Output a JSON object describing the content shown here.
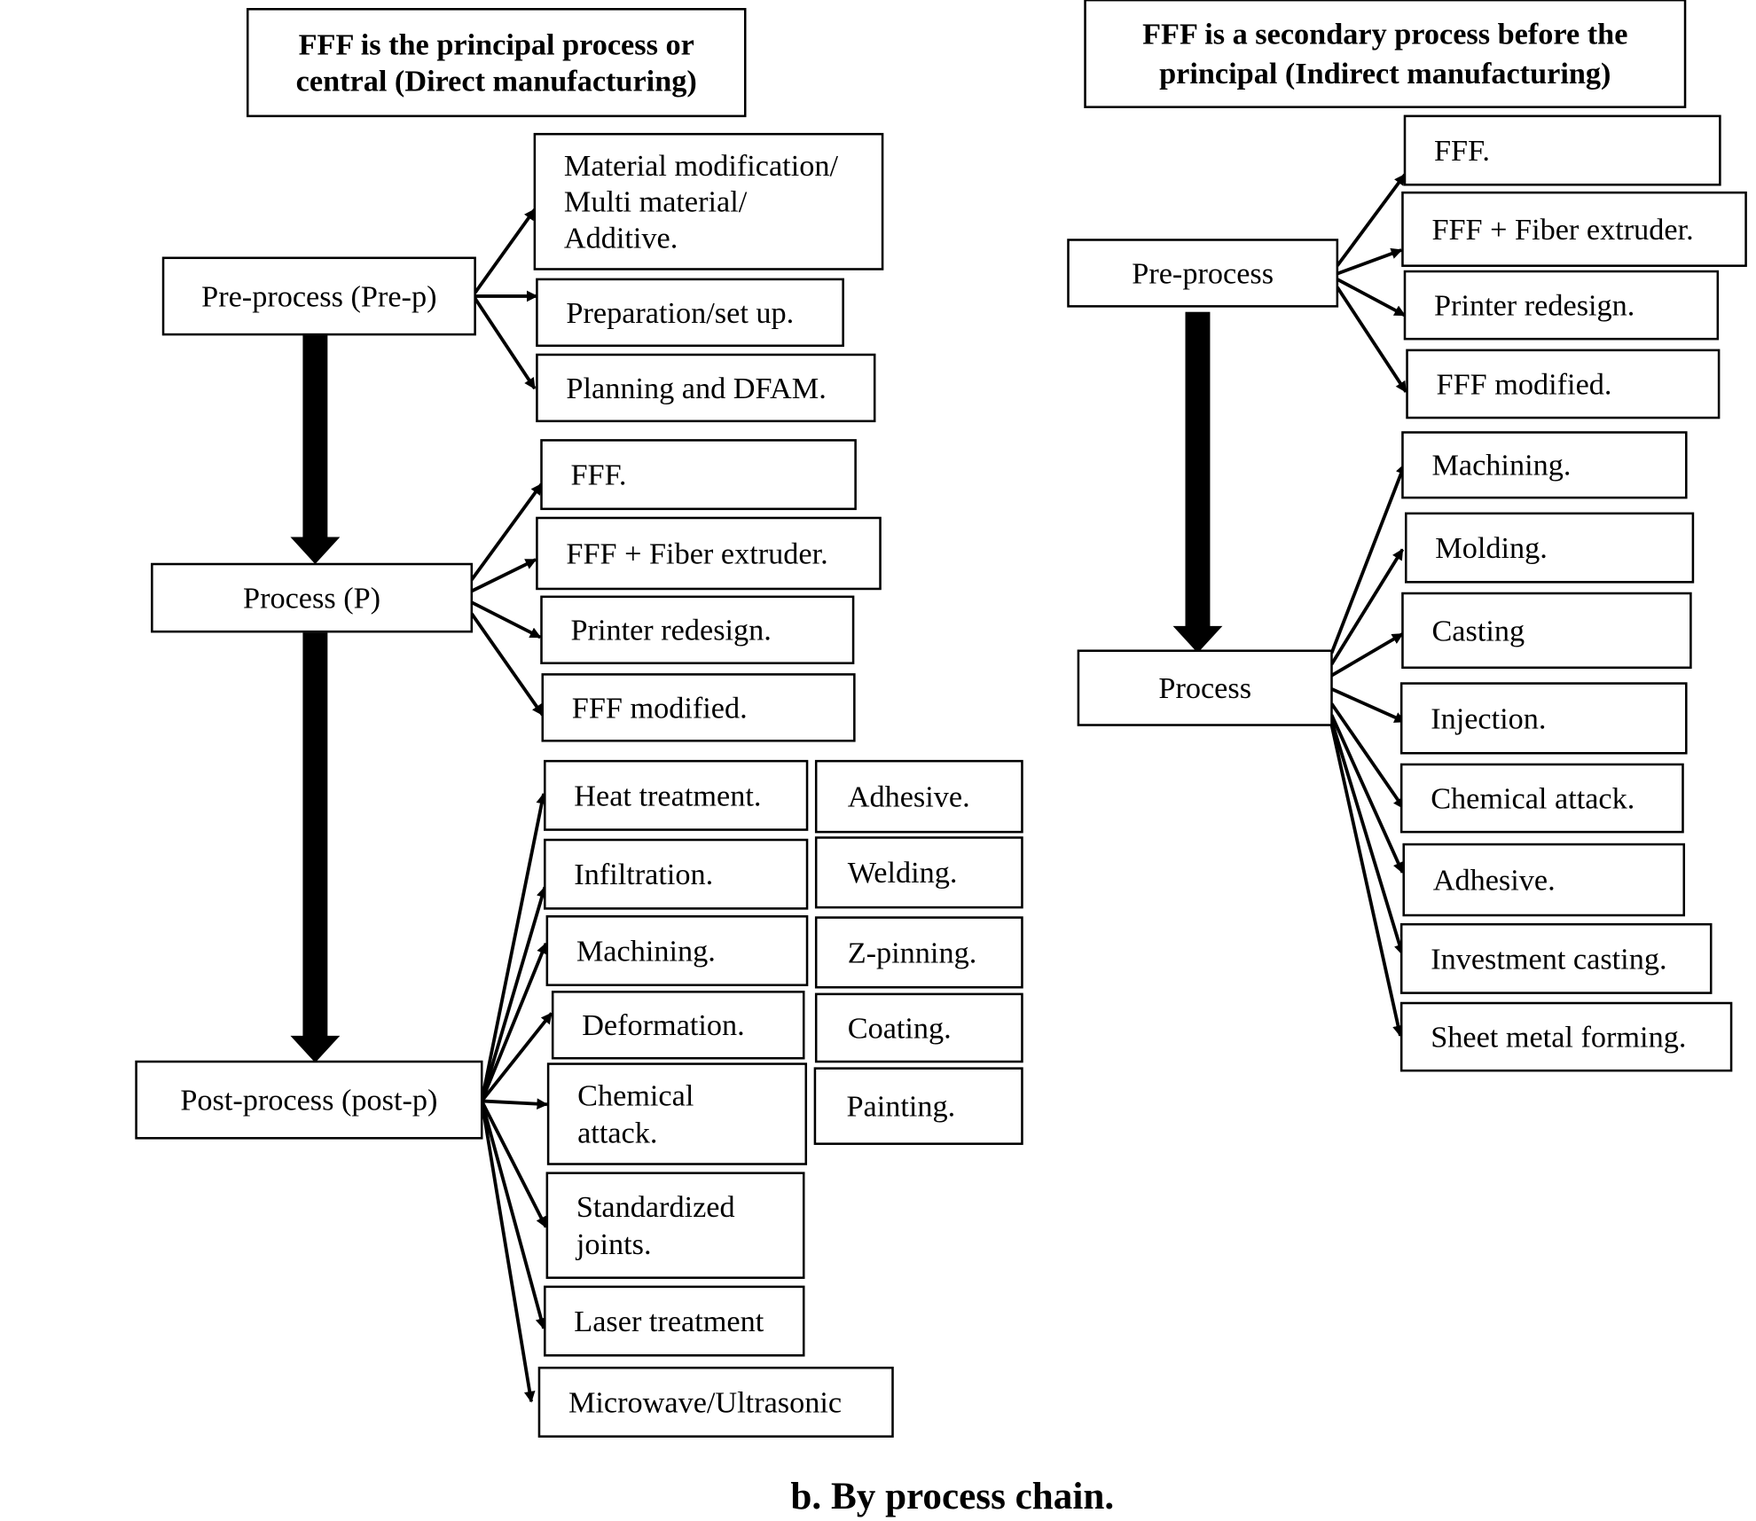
{
  "caption": "b. By process chain.",
  "direct": {
    "title": [
      "FFF is the principal process or",
      "central (Direct manufacturing)"
    ],
    "stages": {
      "pre": "Pre-process (Pre-p)",
      "process": "Process (P)",
      "post": "Post-process (post-p)"
    },
    "pre_items": [
      [
        "Material modification/",
        "Multi material/",
        "Additive."
      ],
      [
        "Preparation/set up."
      ],
      [
        "Planning and DFAM."
      ]
    ],
    "process_items": [
      [
        "FFF."
      ],
      [
        "FFF + Fiber extruder."
      ],
      [
        "Printer redesign."
      ],
      [
        "FFF modified."
      ]
    ],
    "post_items_col1": [
      [
        "Heat treatment."
      ],
      [
        "Infiltration."
      ],
      [
        "Machining."
      ],
      [
        "Deformation."
      ],
      [
        "Chemical",
        "attack."
      ],
      [
        "Standardized",
        "joints."
      ],
      [
        "Laser treatment"
      ],
      [
        "Microwave/Ultrasonic"
      ]
    ],
    "post_items_col2": [
      [
        "Adhesive."
      ],
      [
        "Welding."
      ],
      [
        "Z-pinning."
      ],
      [
        "Coating."
      ],
      [
        "Painting."
      ]
    ]
  },
  "indirect": {
    "title": [
      "FFF is a secondary process before the",
      "principal (Indirect manufacturing)"
    ],
    "stages": {
      "pre": "Pre-process",
      "process": "Process"
    },
    "pre_items": [
      [
        "FFF."
      ],
      [
        "FFF + Fiber extruder."
      ],
      [
        "Printer redesign."
      ],
      [
        "FFF modified."
      ]
    ],
    "process_items": [
      [
        "Machining."
      ],
      [
        "Molding."
      ],
      [
        "Casting"
      ],
      [
        "Injection."
      ],
      [
        "Chemical attack."
      ],
      [
        "Adhesive."
      ],
      [
        "Investment casting."
      ],
      [
        "Sheet metal forming."
      ]
    ]
  }
}
